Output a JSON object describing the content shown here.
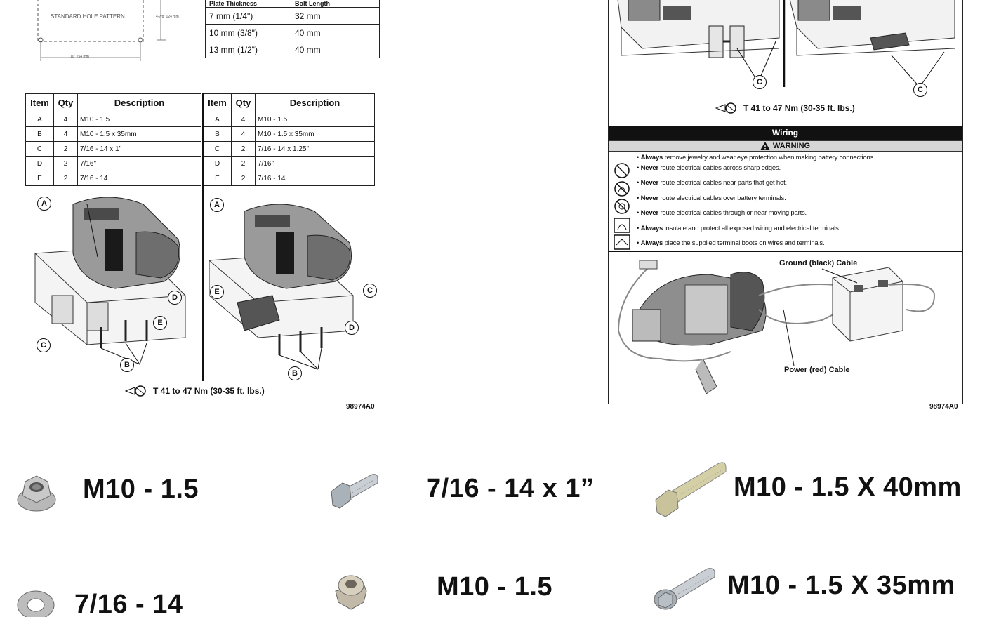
{
  "left_sheet": {
    "hole_pattern_label": "STANDARD HOLE PATTERN",
    "dim_vertical": "4-7/8\" 124 mm",
    "dim_horizontal": "10\" 254 mm",
    "thickness_table": {
      "header": [
        "Plate Thickness",
        "Bolt Length"
      ],
      "rows": [
        [
          "7 mm (1/4\")",
          "32 mm"
        ],
        [
          "10 mm (3/8\")",
          "40 mm"
        ],
        [
          "13 mm (1/2\")",
          "40 mm"
        ]
      ]
    },
    "hardware_headers": [
      "Item",
      "Qty",
      "Description"
    ],
    "hardware_left": [
      [
        "A",
        "4",
        "M10 - 1.5"
      ],
      [
        "B",
        "4",
        "M10 - 1.5 x 35mm"
      ],
      [
        "C",
        "2",
        "7/16 - 14 x 1\""
      ],
      [
        "D",
        "2",
        "7/16\""
      ],
      [
        "E",
        "2",
        "7/16 - 14"
      ]
    ],
    "hardware_right": [
      [
        "A",
        "4",
        "M10 - 1.5"
      ],
      [
        "B",
        "4",
        "M10 - 1.5 x 35mm"
      ],
      [
        "C",
        "2",
        "7/16 - 14 x 1.25\""
      ],
      [
        "D",
        "2",
        "7/16\""
      ],
      [
        "E",
        "2",
        "7/16 - 14"
      ]
    ],
    "callouts_a": [
      "A",
      "B",
      "C",
      "D",
      "E"
    ],
    "torque": "T 41 to 47 Nm (30-35 ft. lbs.)",
    "doc_id": "98974A0"
  },
  "right_sheet": {
    "callout": "C",
    "torque": "T 41 to 47 Nm (30-35 ft. lbs.)",
    "wiring_title": "Wiring",
    "warning_title": "WARNING",
    "warnings": [
      {
        "lead": "Always",
        "text": "remove jewelry and wear eye protection when making battery connections."
      },
      {
        "lead": "Never",
        "text": "route electrical cables across sharp edges."
      },
      {
        "lead": "Never",
        "text": "route electrical cables near parts that get hot."
      },
      {
        "lead": "Never",
        "text": "route electrical cables over battery terminals."
      },
      {
        "lead": "Never",
        "text": "route electrical cables through or near moving parts."
      },
      {
        "lead": "Always",
        "text": "insulate and protect all exposed wiring and electrical terminals."
      },
      {
        "lead": "Always",
        "text": "place the supplied terminal boots on wires and terminals."
      }
    ],
    "ground_label": "Ground (black) Cable",
    "power_label": "Power (red) Cable",
    "doc_id": "98974A0"
  },
  "legend": [
    {
      "icon": "flange-nut-icon",
      "label": "M10 - 1.5"
    },
    {
      "icon": "short-bolt-icon",
      "label": "7/16 - 14 x 1”"
    },
    {
      "icon": "long-bolt-icon",
      "label": "M10 - 1.5 X 40mm"
    },
    {
      "icon": "washer-icon",
      "label": "7/16 - 14"
    },
    {
      "icon": "lock-nut-icon",
      "label": "M10 - 1.5"
    },
    {
      "icon": "flange-bolt-icon",
      "label": "M10 - 1.5 X 35mm"
    }
  ]
}
